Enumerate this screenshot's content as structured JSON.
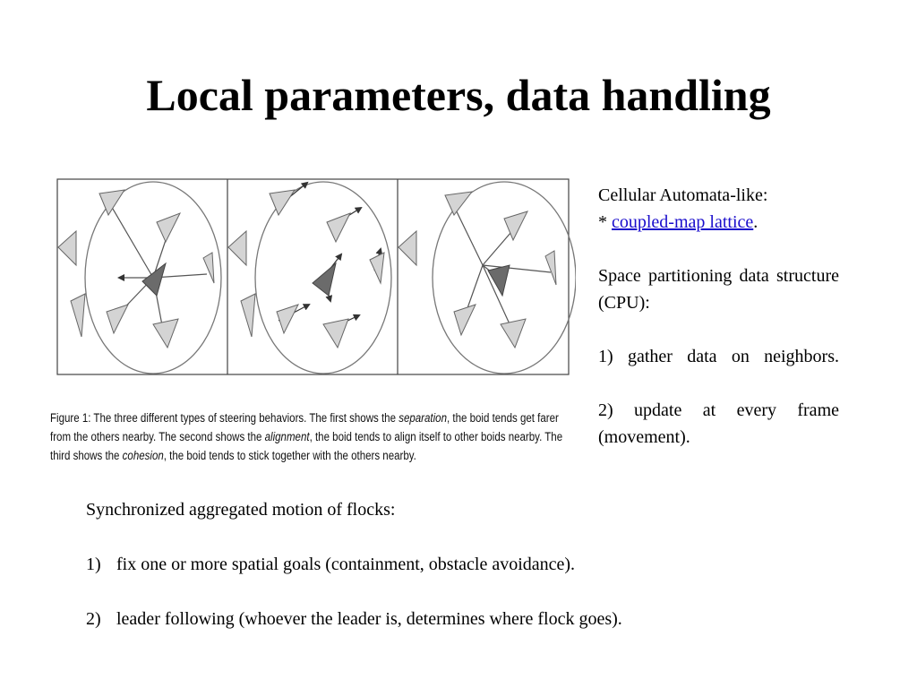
{
  "title": "Local parameters, data handling",
  "figure": {
    "caption_lead": "Figure 1: The three different types of steering behaviors. The first shows the ",
    "term_separation": "separation",
    "caption_mid1": ", the boid tends get farer from the others nearby. The second shows the ",
    "term_alignment": "alignment",
    "caption_mid2": ", the boid tends to align itself to other boids nearby. The third shows the ",
    "term_cohesion": "cohesion",
    "caption_end": ", the boid tends to stick together with the others nearby."
  },
  "right": {
    "line1": "Cellular Automata-like:",
    "bullet": "* ",
    "link": "coupled-map lattice",
    "link_end": ".",
    "para2": "Space partitioning data structure (CPU):",
    "item1": "1) gather data on neighbors.",
    "item2": "2) update at every frame (movement)."
  },
  "bottom": {
    "heading": "Synchronized aggregated motion of flocks:",
    "item1_num": "1)",
    "item1": "fix one or more spatial goals (containment, obstacle avoidance).",
    "item2_num": "2)",
    "item2": "leader following (whoever the leader is, determines where flock goes)."
  },
  "colors": {
    "link": "#1a0dcc",
    "boid_focus": "#6b6b6b",
    "boid_other": "#d4d4d4"
  }
}
